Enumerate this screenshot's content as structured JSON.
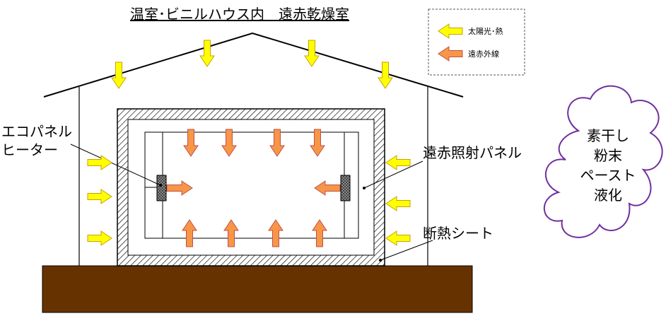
{
  "title": "温室･ビニルハウス内　遠赤乾燥室",
  "legend": {
    "sunlight_label": "太陽光･熱",
    "infrared_label": "遠赤外線"
  },
  "labels": {
    "eco_panel_heater": [
      "エコパネル",
      "ヒーター"
    ],
    "far_infrared_panel": "遠赤照射パネル",
    "insulation_sheet": "断熱シート"
  },
  "cloud": {
    "lines": [
      "素干し",
      "粉末",
      "ペースト",
      "液化"
    ]
  },
  "colors": {
    "sunlight_fill": "#FFFF00",
    "sunlight_stroke": "#C8A200",
    "infrared_fill": "#F79646",
    "infrared_stroke": "#C0504D",
    "ground": "#663300",
    "cloud_stroke": "#7030A0",
    "heater_fill": "#808080"
  }
}
